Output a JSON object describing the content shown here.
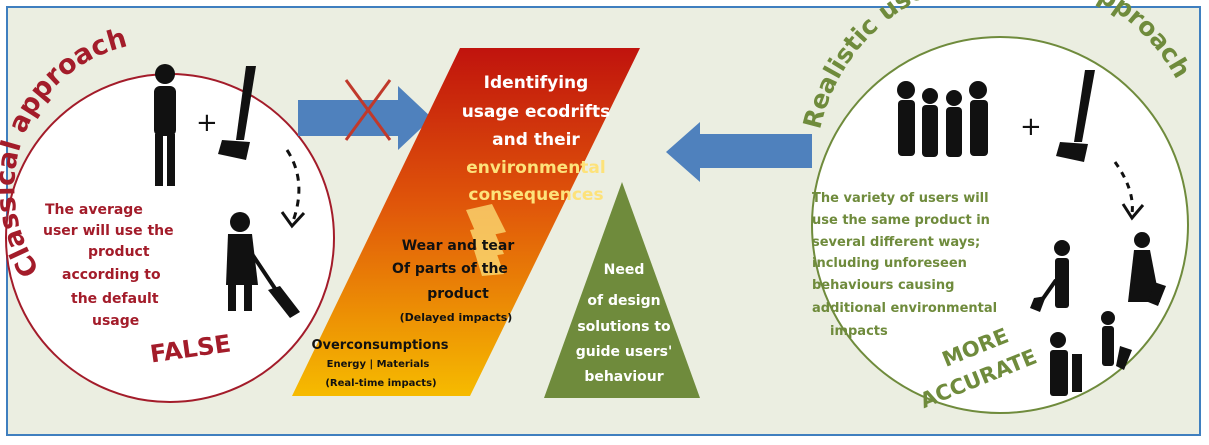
{
  "colors": {
    "background": "#ebeee1",
    "frame_border": "#3f7fbf",
    "classical_red": "#a31c2a",
    "realistic_green": "#6f8b3c",
    "arrow_blue": "#4f81bd",
    "cross_red": "#c0392b",
    "triangle_green": "#6f8b3c",
    "parallelogram_top": "#c0130d",
    "parallelogram_bottom": "#f6bb00",
    "highlight_yellow": "#fde27a"
  },
  "classical": {
    "title": "Classical approach",
    "plus": "+",
    "description_lines": [
      "The average",
      "user will use the",
      "product",
      "according to",
      "the default",
      "usage"
    ],
    "verdict": "FALSE"
  },
  "realistic": {
    "title": "Realistic user-centered approach",
    "plus": "+",
    "description_lines": [
      "The variety of users will",
      "use the same product in",
      "several different ways;",
      "including unforeseen",
      "behaviours causing",
      "additional environmental",
      "impacts"
    ],
    "verdict_line1": "MORE",
    "verdict_line2": "ACCURATE"
  },
  "center": {
    "heading_line1": "Identifying",
    "heading_line2": "usage ecodrifts",
    "heading_line3": "and their",
    "heading_line4": "environmental",
    "heading_line5": "consequences",
    "wear_line1": "Wear and tear",
    "wear_line2": "Of parts of the",
    "wear_line3": "product",
    "wear_note": "(Delayed impacts)",
    "over_title": "Overconsumptions",
    "over_detail": "Energy | Materials",
    "over_note": "(Real-time impacts)"
  },
  "triangle": {
    "line1": "Need",
    "line2": "of design",
    "line3": "solutions to",
    "line4": "guide users'",
    "line5": "behaviour"
  },
  "icons": {
    "left_person": "walking-person-icon",
    "left_vacuum": "vacuum-cleaner-icon",
    "left_cleaner": "person-vacuuming-icon",
    "right_group": "group-of-people-icon",
    "right_vacuum": "vacuum-cleaner-icon",
    "right_users": "varied-users-vacuuming-icon",
    "cross": "cross-out-icon",
    "arrow": "dashed-curved-arrow-icon"
  }
}
